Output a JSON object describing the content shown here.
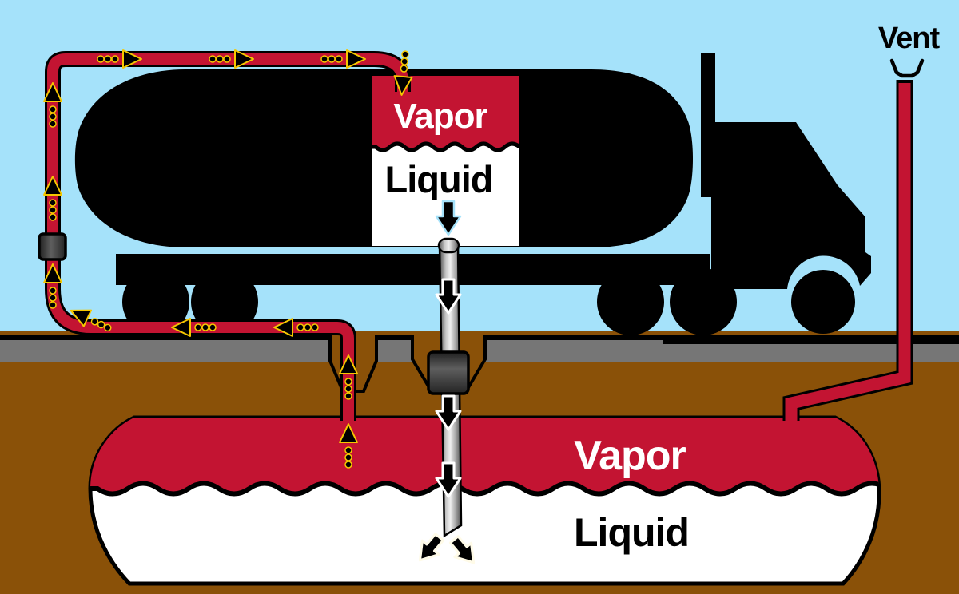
{
  "diagram": {
    "vent_label": "Vent",
    "truck_tank_window": {
      "vapor_label": "Vapor",
      "liquid_label": "Liquid"
    },
    "underground_tank": {
      "vapor_label": "Vapor",
      "liquid_label": "Liquid"
    }
  },
  "colors": {
    "sky": "#a5e2fa",
    "pipe-red": "#c31432",
    "soil": "#8a5108",
    "pavement": "#767676",
    "arrow-yellow": "#f5c800",
    "tube-light": "#e8e8e8",
    "tube-dark": "#555555",
    "coupling-gray": "#3f3f3f"
  }
}
